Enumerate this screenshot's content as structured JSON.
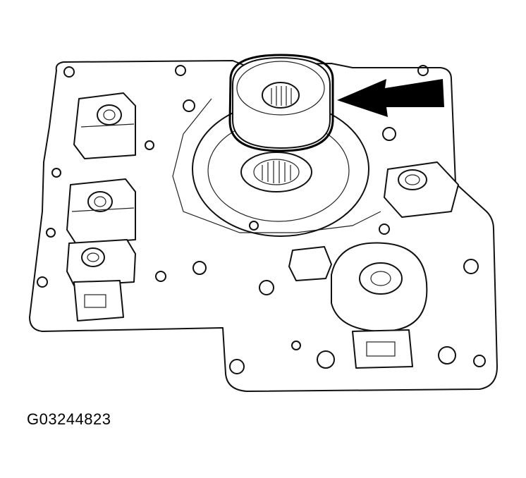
{
  "figure": {
    "caption": "G03244823",
    "colors": {
      "line": "#111111",
      "background": "#ffffff",
      "highlight": "#000000"
    },
    "callouts": [
      "arrow-pointing-left",
      "circle-highlight"
    ]
  }
}
